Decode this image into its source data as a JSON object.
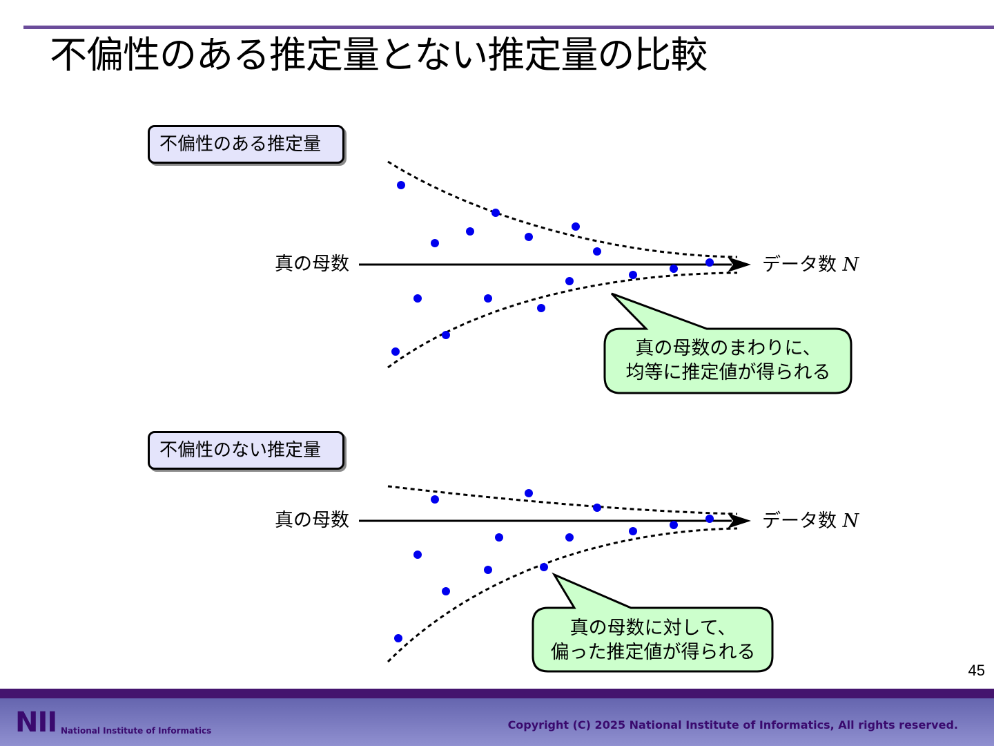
{
  "slide": {
    "title": "不偏性のある推定量とない推定量の比較",
    "page_number": "45"
  },
  "panel_unbiased": {
    "label": "不偏性のある推定量",
    "axis_left_label": "真の母数",
    "axis_right_label": "データ数",
    "axis_right_symbol": "N",
    "callout_line1": "真の母数のまわりに、",
    "callout_line2": "均等に推定値が得られる"
  },
  "panel_biased": {
    "label": "不偏性のない推定量",
    "axis_left_label": "真の母数",
    "axis_right_label": "データ数",
    "axis_right_symbol": "N",
    "callout_line1": "真の母数に対して、",
    "callout_line2": "偏った推定値が得られる"
  },
  "colors": {
    "point": "#0000ee",
    "label_box_fill": "#e4e4fb",
    "callout_fill": "#ccffcc",
    "accent_rule": "#6b4c9a",
    "footer_band": "#44146e"
  },
  "footer": {
    "logo": "NII",
    "logo_text": "National Institute of Informatics",
    "copyright": "Copyright (C) 2025 National Institute of Informatics, All rights reserved."
  }
}
